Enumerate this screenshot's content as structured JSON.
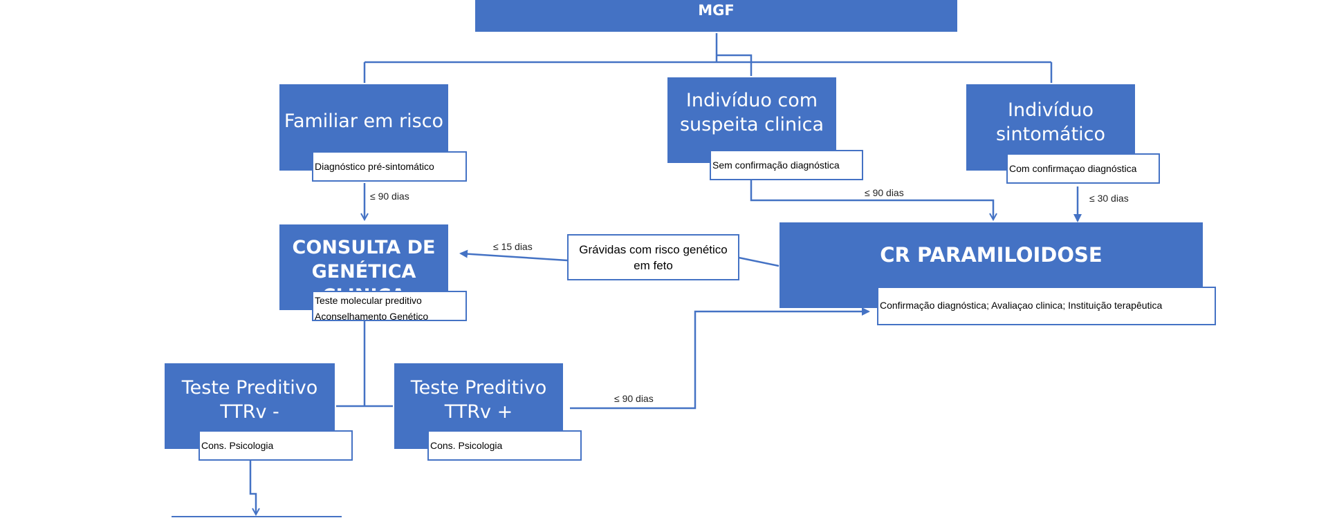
{
  "nodes": {
    "mgf": {
      "title": "MGF"
    },
    "familiar": {
      "title": "Familiar em risco",
      "sub": "Diagnóstico pré-sintomático"
    },
    "suspeita": {
      "title_line1": "Indivíduo com",
      "title_line2": "suspeita clinica",
      "sub": "Sem confirmação diagnóstica"
    },
    "sintomatico": {
      "title_line1": "Indivíduo",
      "title_line2": "sintomático",
      "sub": "Com confirmaçao diagnóstica"
    },
    "consulta": {
      "title_line1": "CONSULTA DE",
      "title_line2": "GENÉTICA CLINICA",
      "sub_line1": "Teste molecular preditivo",
      "sub_line2": "Aconselhamento Genético"
    },
    "paramiloidose": {
      "title": "CR PARAMILOIDOSE",
      "sub": "Confirmação diagnóstica; Avaliaçao clinica; Instituição terapêutica"
    },
    "gravidas": {
      "line1": "Grávidas com risco genético",
      "line2": "em feto"
    },
    "ttrv_neg": {
      "title_line1": "Teste Preditivo",
      "title_line2": "TTRv -",
      "sub": "Cons. Psicologia"
    },
    "ttrv_pos": {
      "title_line1": "Teste Preditivo",
      "title_line2": "TTRv +",
      "sub": "Cons. Psicologia"
    }
  },
  "edge_labels": {
    "familiar_to_consulta": "≤ 90 dias",
    "suspeita_to_paramiloidose": "≤ 90 dias",
    "sintomatico_to_paramiloidose": "≤ 30 dias",
    "gravidas_to_consulta": "≤ 15 dias",
    "ttrv_pos_to_paramiloidose": "≤ 90 dias"
  },
  "colors": {
    "box": "#4472c4",
    "line": "#4472c4",
    "text_on_box": "#ffffff"
  }
}
